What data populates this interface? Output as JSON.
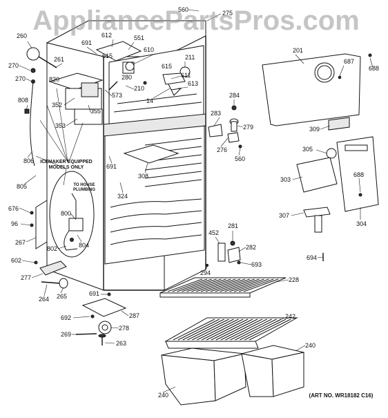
{
  "watermark": "AppliancePartsPros.com",
  "notes": {
    "icemaker": "ICEMAKER EQUIPPED MODELS ONLY",
    "icemaker_lines": [
      "ICEMAKER EQUIPPED",
      "MODELS ONLY"
    ],
    "plumbing_lines": [
      "TO HOUSE",
      "PLUMBING"
    ],
    "art_no": "(ART NO. WR18182 C16)"
  },
  "part_labels": [
    "560",
    "275",
    "260",
    "612",
    "551",
    "691",
    "615",
    "610",
    "201",
    "211",
    "270",
    "261",
    "687",
    "688",
    "615",
    "611",
    "820",
    "280",
    "270",
    "613",
    "210",
    "573",
    "14",
    "284",
    "808",
    "352",
    "355",
    "283",
    "279",
    "353",
    "309",
    "276",
    "560",
    "806",
    "691",
    "305",
    "308",
    "805",
    "324",
    "303",
    "688",
    "676",
    "800",
    "96",
    "281",
    "452",
    "307",
    "304",
    "267",
    "802",
    "804",
    "282",
    "693",
    "602",
    "694",
    "294",
    "228",
    "277",
    "264",
    "265",
    "691",
    "287",
    "692",
    "242",
    "278",
    "269",
    "263",
    "240",
    "240"
  ]
}
